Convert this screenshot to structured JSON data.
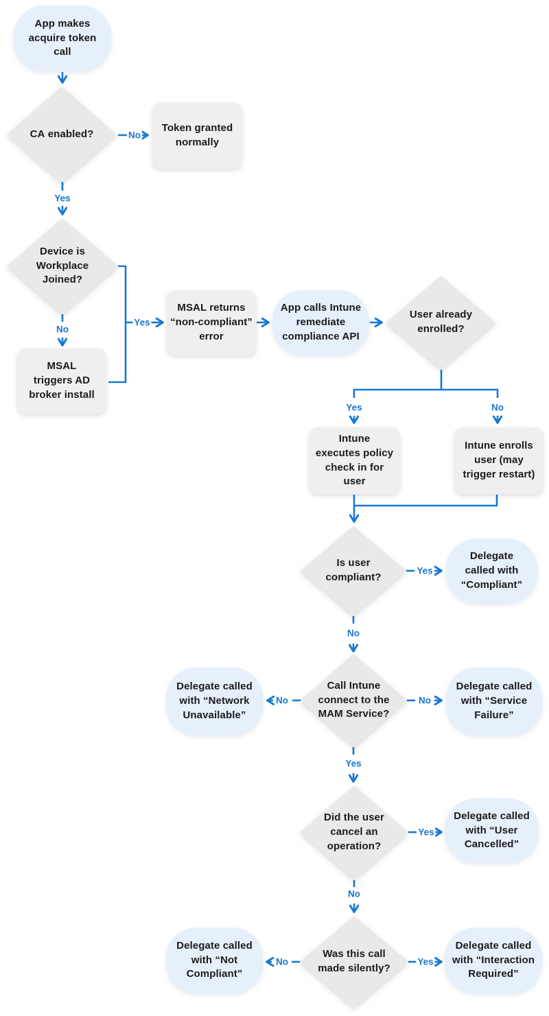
{
  "colors": {
    "connector_blue": "#1778d2",
    "terminator_fill": "#e6f0fa",
    "process_fill": "#efefef",
    "decision_fill": "#e9e9e9",
    "text": "#1b1a19"
  },
  "nodes": {
    "start": {
      "type": "terminator",
      "label": "App makes\nacquire token\ncall"
    },
    "ca_enabled": {
      "type": "decision",
      "bold": "CA",
      "label": " enabled?"
    },
    "token_granted": {
      "type": "process",
      "label": "Token granted\nnormally"
    },
    "workplace_joined": {
      "type": "decision",
      "label": "Device is\nWorkplace\nJoined?"
    },
    "broker_install": {
      "type": "process",
      "label": "MSAL\ntriggers AD\nbroker install"
    },
    "msal_error": {
      "type": "process",
      "label": "MSAL returns\n“non-compliant”\nerror"
    },
    "remediate_api": {
      "type": "terminator",
      "label": "App calls Intune\nremediate\ncompliance API"
    },
    "already_enrolled": {
      "type": "decision",
      "label": "User already\nenrolled?"
    },
    "policy_checkin": {
      "type": "process",
      "label": "Intune\nexecutes policy\ncheck in for\nuser"
    },
    "enrolls_user": {
      "type": "process",
      "label": "Intune enrolls\nuser (may\ntrigger restart)"
    },
    "is_compliant": {
      "type": "decision",
      "label": "Is user\ncompliant?"
    },
    "delegate_compliant": {
      "type": "terminator",
      "label": "Delegate\ncalled with\n“Compliant”"
    },
    "mam_connect": {
      "type": "decision",
      "label": "Call Intune\nconnect to the\nMAM Service?"
    },
    "delegate_network": {
      "type": "terminator",
      "label": "Delegate called\nwith “Network\nUnavailable”"
    },
    "delegate_service": {
      "type": "terminator",
      "label": "Delegate called\nwith “Service\nFailure”"
    },
    "user_cancel": {
      "type": "decision",
      "label": "Did the user\ncancel an\noperation?"
    },
    "delegate_cancelled": {
      "type": "terminator",
      "label": "Delegate called\nwith “User\nCancelled”"
    },
    "made_silently": {
      "type": "decision",
      "label": "Was this call\nmade silently?"
    },
    "delegate_notcompliant": {
      "type": "terminator",
      "label": "Delegate called\nwith “Not\nCompliant”"
    },
    "delegate_interaction": {
      "type": "terminator",
      "label": "Delegate called\nwith “Interaction\nRequired”"
    }
  },
  "edge_labels": {
    "ca_no": "No",
    "ca_yes": "Yes",
    "wpj_no": "No",
    "wpj_yes": "Yes",
    "enrolled_yes": "Yes",
    "enrolled_no": "No",
    "compliant_yes": "Yes",
    "compliant_no": "No",
    "mam_no_left": "No",
    "mam_no_right": "No",
    "mam_yes": "Yes",
    "cancel_yes": "Yes",
    "cancel_no": "No",
    "silent_no": "No",
    "silent_yes": "Yes"
  }
}
